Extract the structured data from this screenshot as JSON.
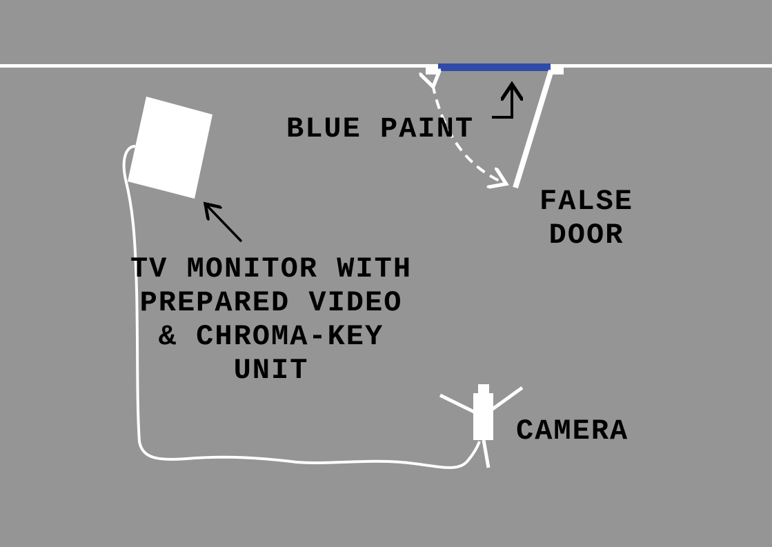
{
  "labels": {
    "blue_paint": "BLUE PAINT",
    "false_door": [
      "FALSE",
      "DOOR"
    ],
    "tv_monitor": [
      "TV MONITOR WITH",
      "PREPARED VIDEO",
      "& CHROMA-KEY",
      "UNIT"
    ],
    "camera": "CAMERA"
  },
  "colors": {
    "background": "#959595",
    "paint": "#2f4aa8",
    "lines": "#ffffff",
    "text": "#000000"
  }
}
